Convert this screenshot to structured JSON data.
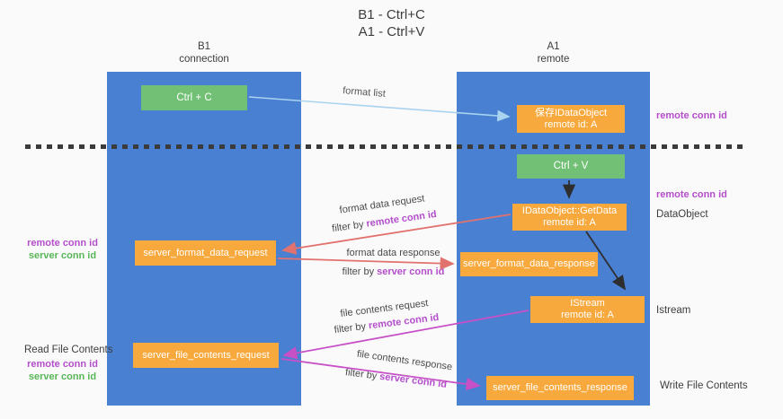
{
  "title": {
    "line1": "B1 - Ctrl+C",
    "line2": "A1 - Ctrl+V"
  },
  "columns": {
    "left": {
      "header_line1": "B1",
      "header_line2": "connection"
    },
    "right": {
      "header_line1": "A1",
      "header_line2": "remote"
    }
  },
  "nodes": {
    "ctrl_c": "Ctrl + C",
    "ctrl_v": "Ctrl + V",
    "save_idataobject_line1": "保存IDataObject",
    "save_idataobject_line2": "remote id: A",
    "getdata_line1": "IDataObject::GetData",
    "getdata_line2": "remote id: A",
    "istream_line1": "IStream",
    "istream_line2": "remote id: A",
    "server_format_data_request": "server_format_data_request",
    "server_format_data_response": "server_format_data_response",
    "server_file_contents_request": "server_file_contents_request",
    "server_file_contents_response": "server_file_contents_response"
  },
  "edge_labels": {
    "format_list": "format list",
    "format_data_request": "format data request",
    "format_data_response": "format data response",
    "file_contents_request": "file contents request",
    "file_contents_response": "file contents response",
    "filter_by": "filter by ",
    "remote_conn_id": "remote conn id",
    "server_conn_id": "server conn id"
  },
  "side_labels": {
    "remote_conn_id": "remote conn id",
    "server_conn_id": "server conn id",
    "dataobject": "DataObject",
    "istream": "Istream",
    "read_file_contents": "Read File Contents",
    "write_file_contents": "Write File Contents"
  },
  "colors": {
    "background": "#fafafa",
    "column_blue": "#4a80d2",
    "node_green": "#72c075",
    "node_orange": "#f8a93d",
    "arrow_blue": "#a9d3ef",
    "arrow_black": "#2e2e2e",
    "arrow_red": "#e2726e",
    "arrow_magenta": "#c750c7",
    "text_purple": "#b44ecb",
    "text_green": "#58b658",
    "dash_line": "#3b3b3b"
  }
}
